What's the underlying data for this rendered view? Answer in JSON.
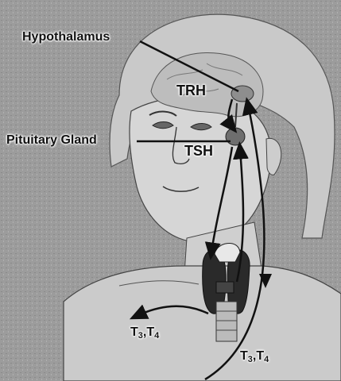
{
  "labels": {
    "hypothalamus": "Hypothalamus",
    "pituitary": "Pituitary Gland",
    "trh": "TRH",
    "tsh": "TSH",
    "t3t4_left": {
      "t": "T",
      "s1": "3",
      "sep": ",T",
      "s2": "4"
    },
    "t3t4_right": {
      "t": "T",
      "s1": "3",
      "sep": ",T",
      "s2": "4"
    }
  }
}
